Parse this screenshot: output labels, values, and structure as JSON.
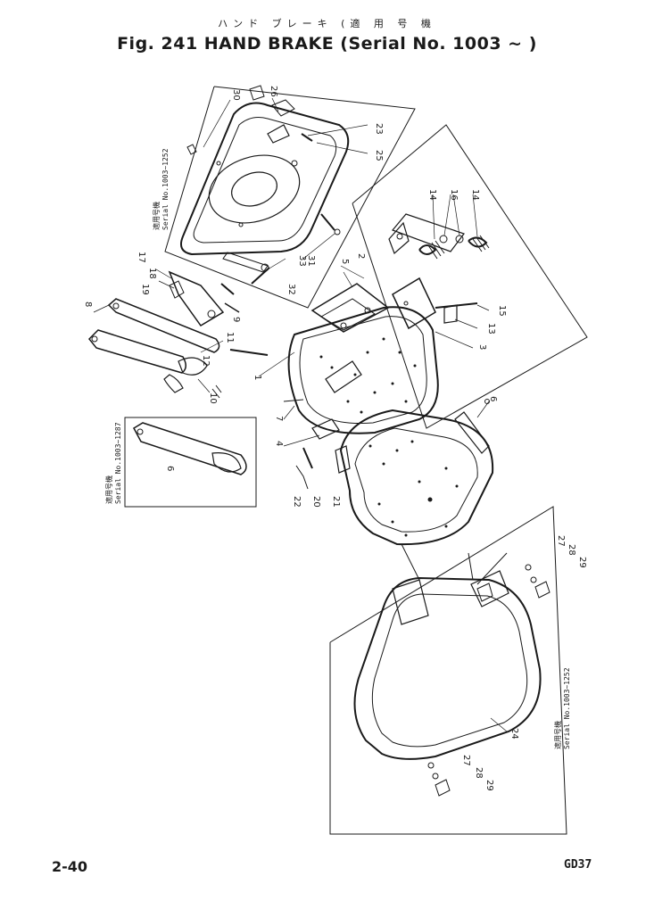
{
  "header": {
    "title_jp": "ハンド ブレーキ (適 用 号 機",
    "title": "Fig. 241  HAND BRAKE (Serial No. 1003 ~ )"
  },
  "notes": {
    "upper_jp": "適用号機",
    "upper": "Serial No.1003~1252",
    "inset_jp": "適用号機",
    "inset": "Serial No.1003~1287",
    "lower_jp": "適用号機",
    "lower": "Serial No.1003~1252"
  },
  "parts": {
    "p30": "30",
    "p26": "26",
    "p23": "23",
    "p25": "25",
    "p31": "31",
    "p33": "33",
    "p32": "32",
    "p17": "17",
    "p18": "18",
    "p19": "19",
    "p9": "9",
    "p11": "11",
    "p8": "8",
    "p12": "12",
    "p10": "10",
    "p6": "6",
    "p5": "5",
    "p2": "2",
    "p1": "1",
    "p7": "7",
    "p4": "4",
    "p22": "22",
    "p20": "20",
    "p21": "21",
    "p14a": "14",
    "p16": "16",
    "p14b": "14",
    "p15": "15",
    "p13": "13",
    "p3": "3",
    "p6b": "6",
    "p27a": "27",
    "p28a": "28",
    "p29a": "29",
    "p24": "24",
    "p27b": "27",
    "p28b": "28",
    "p29b": "29"
  },
  "footer": {
    "page": "2-40",
    "code": "GD37"
  }
}
